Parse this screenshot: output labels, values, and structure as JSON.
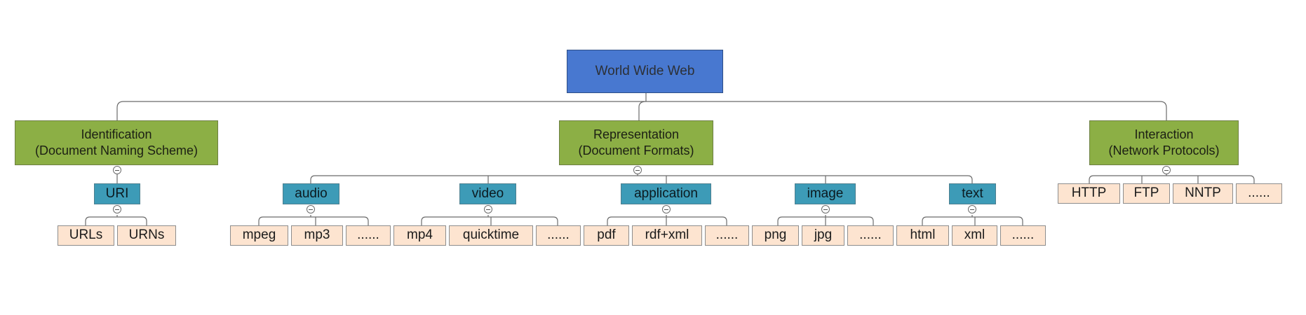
{
  "diagram": {
    "root": {
      "label": "World Wide Web"
    },
    "branches": [
      {
        "label_line1": "Identification",
        "label_line2": "(Document Naming Scheme)"
      },
      {
        "label_line1": "Representation",
        "label_line2": "(Document Formats)"
      },
      {
        "label_line1": "Interaction",
        "label_line2": "(Network Protocols)"
      }
    ],
    "identification": {
      "uri": {
        "label": "URI",
        "children": [
          "URLs",
          "URNs"
        ]
      }
    },
    "representation": {
      "formats": [
        {
          "label": "audio",
          "children": [
            "mpeg",
            "mp3",
            "......"
          ]
        },
        {
          "label": "video",
          "children": [
            "mp4",
            "quicktime",
            "......"
          ]
        },
        {
          "label": "application",
          "children": [
            "pdf",
            "rdf+xml",
            "......"
          ]
        },
        {
          "label": "image",
          "children": [
            "png",
            "jpg",
            "......"
          ]
        },
        {
          "label": "text",
          "children": [
            "html",
            "xml",
            "......"
          ]
        }
      ]
    },
    "interaction": {
      "protocols": [
        "HTTP",
        "FTP",
        "NNTP",
        "......"
      ]
    },
    "colors": {
      "root": "#4878d0",
      "branch": "#8caf45",
      "category": "#3d9bb7",
      "leaf": "#fde4d0",
      "connector": "#6b6b6b"
    }
  }
}
